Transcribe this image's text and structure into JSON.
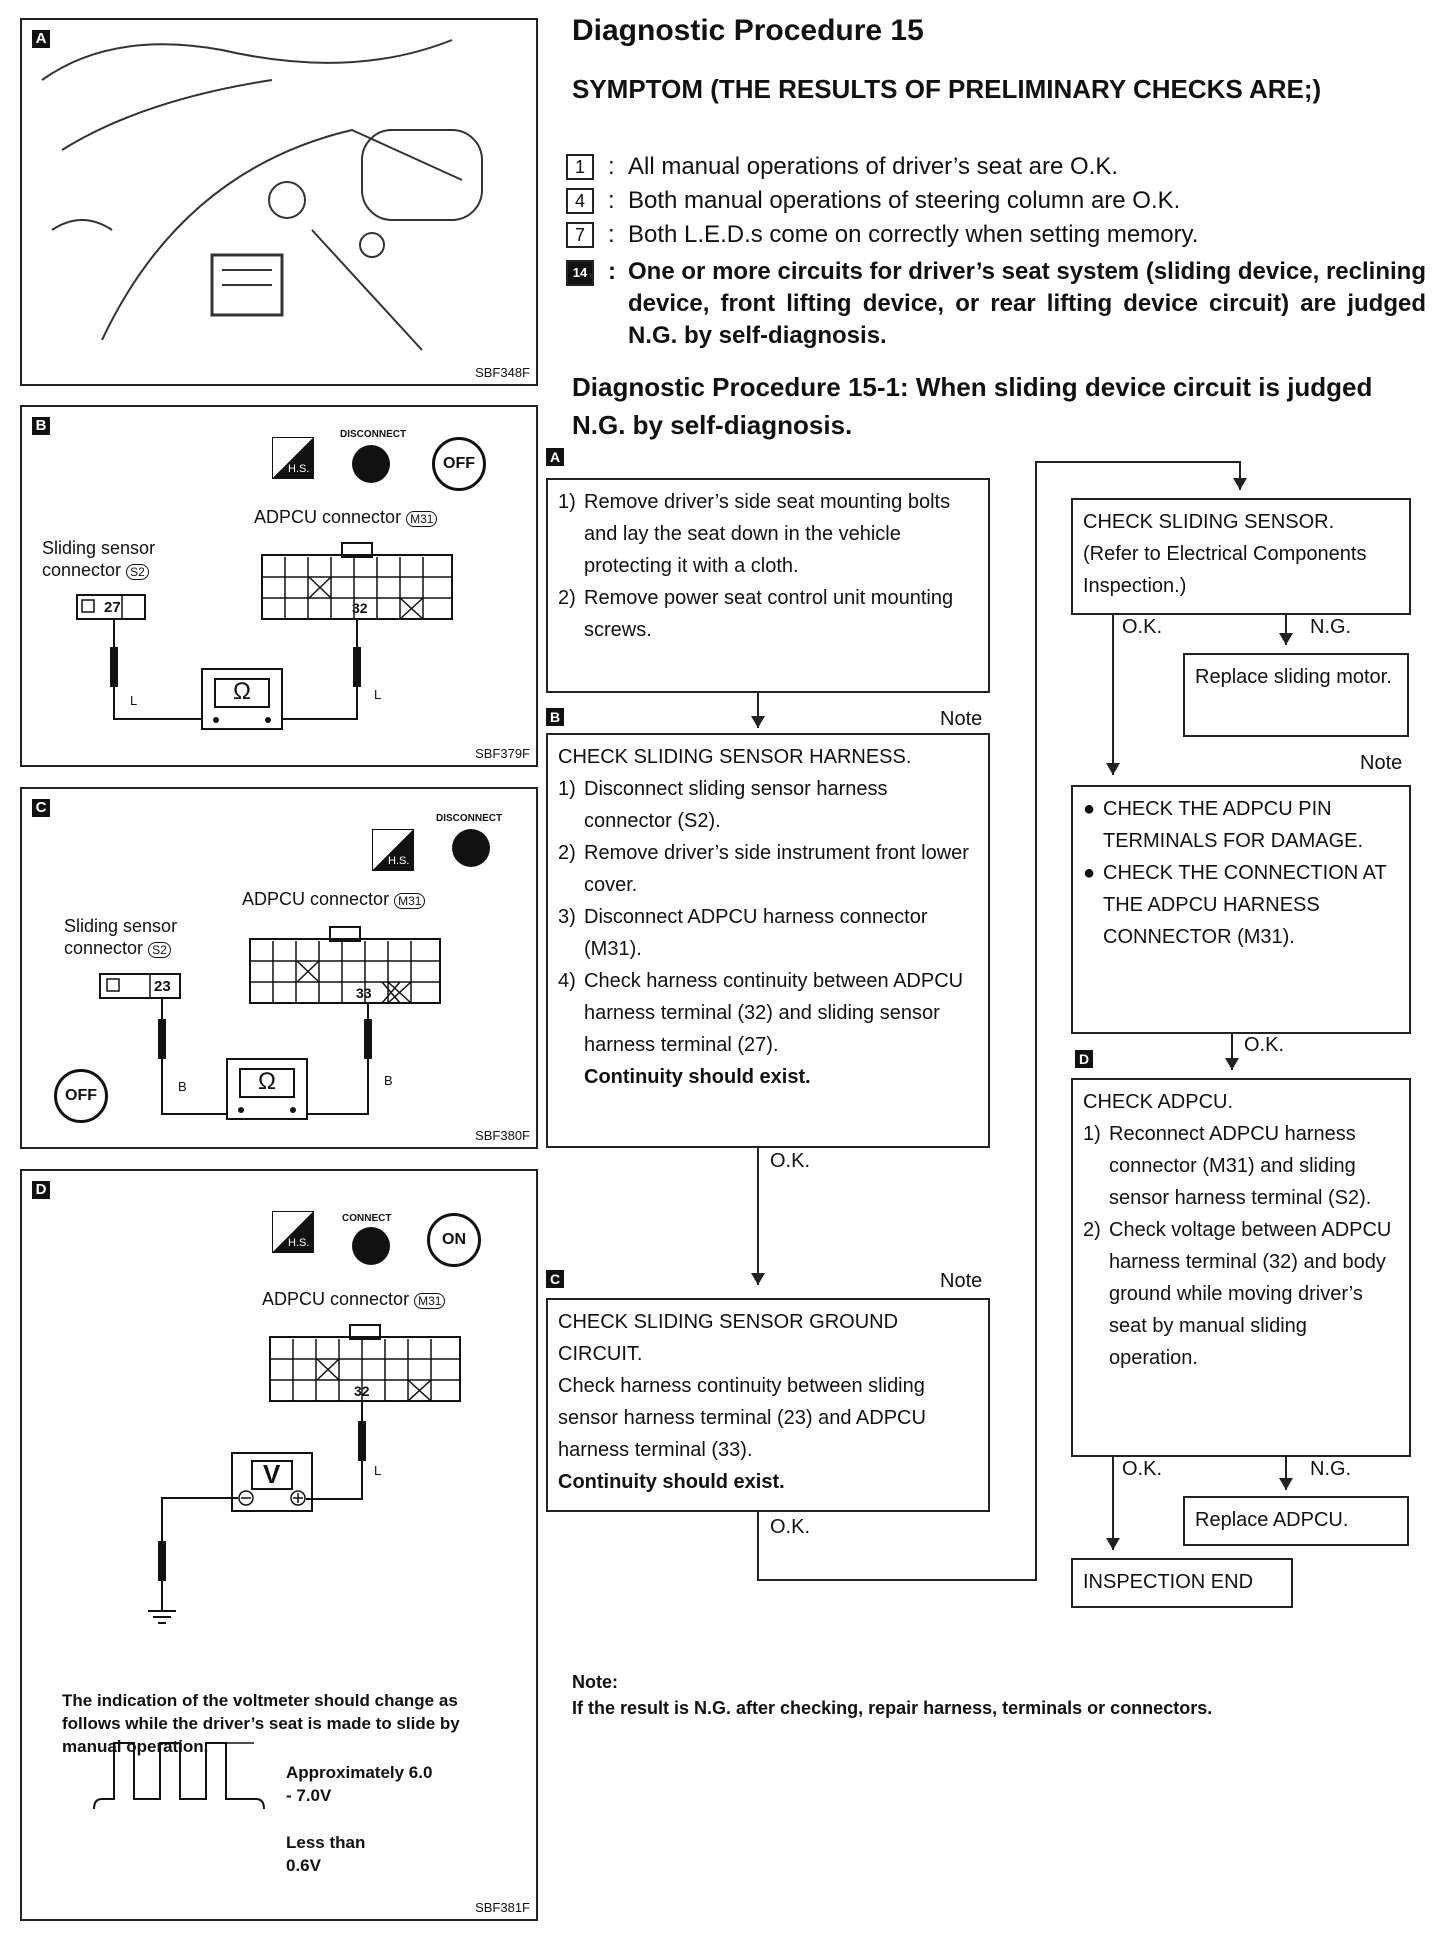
{
  "title": "Diagnostic Procedure 15",
  "symptom_heading": "SYMPTOM (THE RESULTS OF PRELIMINARY CHECKS ARE;)",
  "symptoms": [
    {
      "code": "1",
      "text": "All manual operations of driver’s seat are O.K."
    },
    {
      "code": "4",
      "text": "Both manual operations of steering column are O.K."
    },
    {
      "code": "7",
      "text": "Both L.E.D.s come on correctly when setting memory."
    },
    {
      "code": "14",
      "text": "One or more circuits for driver’s seat system (sliding device, reclining device, front lifting device, or rear lifting device circuit) are judged N.G. by self-diagnosis."
    }
  ],
  "sub_heading": "Diagnostic Procedure 15-1: When sliding device circuit is judged N.G. by self-diagnosis.",
  "panels": {
    "a": {
      "tag": "A",
      "code": "SBF348F"
    },
    "b": {
      "tag": "B",
      "code": "SBF379F",
      "disconnect": "DISCONNECT",
      "off": "OFF",
      "hs": "H.S.",
      "adpcu": "ADPCU connector",
      "adpcu_ref": "M31",
      "sensor": "Sliding sensor",
      "sensor2": "connector",
      "sensor_ref": "S2",
      "pin_sensor": "27",
      "pin_adpcu": "32",
      "wire": "L",
      "meter": "Ω"
    },
    "c": {
      "tag": "C",
      "code": "SBF380F",
      "disconnect": "DISCONNECT",
      "off": "OFF",
      "hs": "H.S.",
      "adpcu": "ADPCU connector",
      "adpcu_ref": "M31",
      "sensor": "Sliding sensor",
      "sensor2": "connector",
      "sensor_ref": "S2",
      "pin_sensor": "23",
      "pin_adpcu": "33",
      "wire": "B",
      "meter": "Ω"
    },
    "d": {
      "tag": "D",
      "code": "SBF381F",
      "connect": "CONNECT",
      "on": "ON",
      "hs": "H.S.",
      "adpcu": "ADPCU connector",
      "adpcu_ref": "M31",
      "pin_adpcu": "32",
      "wire": "L",
      "meter": "V",
      "note": "The indication of the voltmeter should change as follows while the driver’s seat is made to slide by manual operation.",
      "high": "Approximately 6.0 - 7.0V",
      "low": "Less than 0.6V"
    }
  },
  "flow": {
    "a_tag": "A",
    "a_items": [
      "Remove driver’s side seat mounting bolts and lay the seat down in the vehicle protecting it with a cloth.",
      "Remove power seat control unit mounting screws."
    ],
    "b_tag": "B",
    "note": "Note",
    "b_title": "CHECK SLIDING SENSOR HARNESS.",
    "b_items": [
      "Disconnect sliding sensor harness connector (S2).",
      "Remove driver’s side instrument front lower cover.",
      "Disconnect ADPCU harness connector (M31).",
      "Check harness continuity between ADPCU harness terminal (32) and sliding sensor harness terminal (27)."
    ],
    "b_bold": "Continuity should exist.",
    "ok": "O.K.",
    "ng": "N.G.",
    "c_tag": "C",
    "c_title": "CHECK SLIDING SENSOR GROUND CIRCUIT.",
    "c_text": "Check harness continuity between sliding sensor harness terminal (23) and ADPCU harness terminal (33).",
    "c_bold": "Continuity should exist.",
    "sensor_title": "CHECK SLIDING SENSOR.",
    "sensor_text": "(Refer to Electrical Components Inspection.)",
    "replace_motor": "Replace sliding motor.",
    "pin_items": [
      "CHECK THE ADPCU PIN TERMINALS FOR DAMAGE.",
      "CHECK THE CONNECTION AT THE ADPCU HARNESS CONNECTOR (M31)."
    ],
    "d_tag": "D",
    "d_title": "CHECK ADPCU.",
    "d_items": [
      "Reconnect ADPCU harness connector (M31) and sliding sensor harness terminal (S2).",
      "Check voltage between ADPCU harness terminal (32) and body ground while moving driver’s seat by manual sliding operation."
    ],
    "replace_adpcu": "Replace ADPCU.",
    "end": "INSPECTION END"
  },
  "footnote": {
    "label": "Note:",
    "text": "If the result is N.G. after checking, repair harness, terminals or connectors."
  }
}
